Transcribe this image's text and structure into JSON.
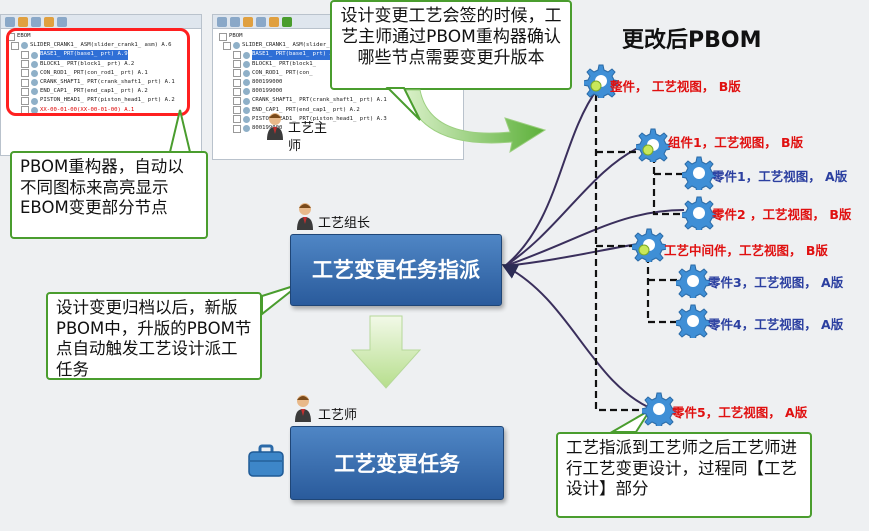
{
  "title": "更改后PBOM",
  "tree_left": {
    "root": "EBOM",
    "rows": [
      {
        "text": "SLIDER_CRANK1_ ASM(slider_crank1_ asm) A.6",
        "style": "normal"
      },
      {
        "text": "BASE1_ PRT(base1_ prt) A.9",
        "style": "sel"
      },
      {
        "text": "BLOCK1_ PRT(block1_ prt) A.2",
        "style": "normal"
      },
      {
        "text": "CON_ROD1_ PRT(con_rod1_ prt) A.1",
        "style": "normal"
      },
      {
        "text": "CRANK_SHAFT1_ PRT(crank_shaft1_ prt) A.1",
        "style": "normal"
      },
      {
        "text": "END_CAP1_ PRT(end_cap1_ prt) A.2",
        "style": "normal"
      },
      {
        "text": "PISTON_HEAD1_ PRT(piston_head1_ prt) A.2",
        "style": "normal"
      },
      {
        "text": "XX-00-01-00(XX-00-01-00) A.1",
        "style": "red"
      }
    ]
  },
  "tree_right": {
    "root": "PBOM",
    "rows": [
      {
        "text": "SLIDER_CRANK1_ ASM(slider_crank1_ asm) A.6",
        "style": "normal"
      },
      {
        "text": "BASE1_ PRT(base1_ prt) A.9",
        "style": "sel"
      },
      {
        "text": "BLOCK1_ PRT(block1_",
        "style": "normal"
      },
      {
        "text": "CON_ROD1_ PRT(con_",
        "style": "normal"
      },
      {
        "text": "800199000",
        "style": "normal"
      },
      {
        "text": "800199000",
        "style": "normal"
      },
      {
        "text": "CRANK_SHAFT1_ PRT(crank_shaft1_ prt) A.1",
        "style": "normal"
      },
      {
        "text": "END_CAP1_ PRT(end_cap1_ prt) A.2",
        "style": "normal"
      },
      {
        "text": "PISTON_HEAD1_ PRT(piston_head1_ prt) A.3",
        "style": "normal"
      },
      {
        "text": "800199000",
        "style": "normal"
      }
    ]
  },
  "callouts": {
    "top": "设计变更工艺会签的时候，工艺主师通过PBOM重构器确认哪些节点需要变更升版本",
    "left": "PBOM重构器，自动以不同图标来高亮显示EBOM变更部分节点",
    "mid": "设计变更归档以后，新版PBOM中，升版的PBOM节点自动触发工艺设计派工任务",
    "bottom": "工艺指派到工艺师之后工艺师进行工艺变更设计，过程同【工艺设计】部分"
  },
  "people": {
    "master": "工艺主师",
    "leader": "工艺组长",
    "engineer": "工艺师"
  },
  "boxes": {
    "assign": "工艺变更任务指派",
    "task": "工艺变更任务"
  },
  "nodes": [
    {
      "label": "整件， 工艺视图， B版",
      "color": "red"
    },
    {
      "label": "组件1，工艺视图， B版",
      "color": "red"
    },
    {
      "label": "零件1，工艺视图， A版",
      "color": "blue"
    },
    {
      "label": "零件2 ，工艺视图， B版",
      "color": "red"
    },
    {
      "label": "工艺中间件，工艺视图， B版",
      "color": "red"
    },
    {
      "label": "零件3，工艺视图， A版",
      "color": "blue"
    },
    {
      "label": "零件4，工艺视图， A版",
      "color": "blue"
    },
    {
      "label": "零件5，工艺视图， A版",
      "color": "red"
    }
  ],
  "colors": {
    "callout_border": "#4a9d2e",
    "box_blue": "#3a6fb1",
    "red_text": "#e01010",
    "blue_text": "#2b3fa0",
    "arrow_green": "#6fbf4a",
    "gear_blue": "#3f8fd6"
  }
}
